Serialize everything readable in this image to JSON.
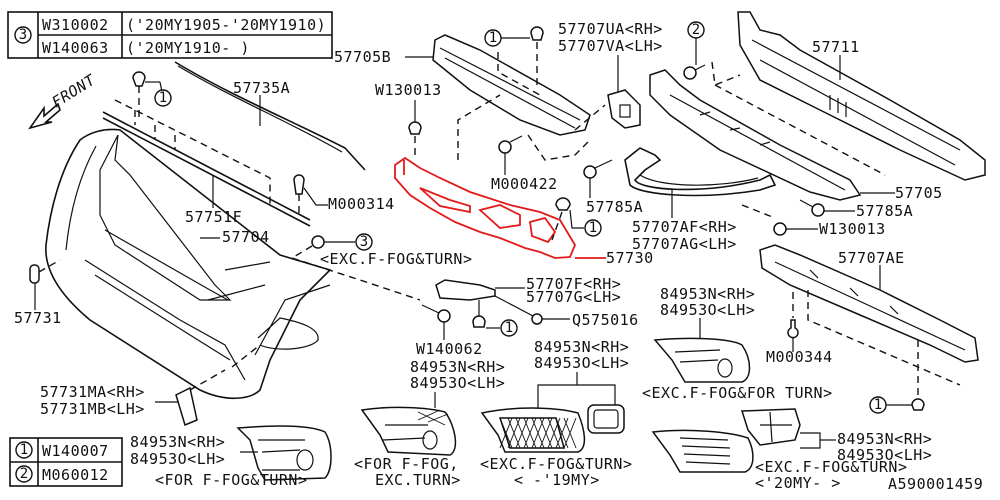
{
  "diagram": {
    "title": "Front Bumper Parts Diagram",
    "illustration_code": "A590001459",
    "highlight_color": "#e21a1a",
    "front_label": "FRONT",
    "legend_top": {
      "ref": "3",
      "rows": [
        {
          "part": "W310002",
          "range": "('20MY1905-'20MY1910)"
        },
        {
          "part": "W140063",
          "range": "('20MY1910-          )"
        }
      ]
    },
    "legend_bottom": {
      "rows": [
        {
          "ref": "1",
          "part": "W140007"
        },
        {
          "ref": "2",
          "part": "M060012"
        }
      ]
    },
    "callouts": {
      "c57705B": "57705B",
      "c57707UA": "57707UA<RH>",
      "c57707VA": "57707VA<LH>",
      "c57711": "57711",
      "c57735A": "57735A",
      "cW130013a": "W130013",
      "cM000422": "M000422",
      "cM000314": "M000314",
      "c57751F": "57751F",
      "c57704": "57704",
      "c57785Aa": "57785A",
      "c57705": "57705",
      "c57785Ab": "57785A",
      "cW130013b": "W130013",
      "c57707AF": "57707AF<RH>",
      "c57707AG": "57707AG<LH>",
      "c57730": "57730",
      "cExcFog1": "<EXC.F-FOG&TURN>",
      "c57707AE": "57707AE",
      "c57731": "57731",
      "c57707F": "57707F<RH>",
      "c57707G": "57707G<LH>",
      "cQ575016": "Q575016",
      "cW140062": "W140062",
      "c84953N_a": "84953N<RH>",
      "c84953O_a": "84953O<LH>",
      "c84953N_b": "84953N<RH>",
      "c84953O_b": "84953O<LH>",
      "c84953N_c": "84953N<RH>",
      "c84953O_c": "84953O<LH>",
      "c84953N_d": "84953N<RH>",
      "c84953O_d": "84953O<LH>",
      "c84953N_e": "84953N<RH>",
      "c84953O_e": "84953O<LH>",
      "c57731MA": "57731MA<RH>",
      "c57731MB": "57731MB<LH>",
      "cM000344": "M000344",
      "cond_excFogForTurn": "<EXC.F-FOG&FOR TURN>",
      "cond_forFogTurn": "<FOR F-FOG&TURN>",
      "cond_forFogExc1": "<FOR F-FOG,",
      "cond_forFogExc2": "EXC.TURN>",
      "cond_excFogTurn19_1": "<EXC.F-FOG&TURN>",
      "cond_excFogTurn19_2": "<   -'19MY>",
      "cond_excFogTurn20_1": "<EXC.F-FOG&TURN>",
      "cond_excFogTurn20_2": "<'20MY-   >"
    },
    "ref_markers": [
      "1",
      "1",
      "2",
      "1",
      "3",
      "1",
      "1"
    ]
  }
}
